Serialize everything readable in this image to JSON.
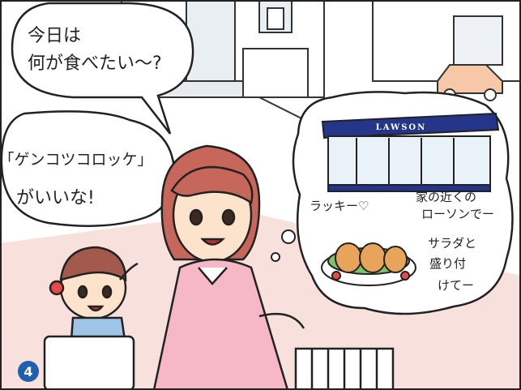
{
  "speech": {
    "mother_line1": "今日は",
    "mother_line2": "何が食べたい〜?",
    "child_line1": "｢ゲンコツコロッケ｣",
    "child_line2": "がいいな!"
  },
  "thought": {
    "store_sign": "LAWSON",
    "lucky": "ラッキー♡",
    "near_home_line1": "家の近くの",
    "near_home_line2": "ローソンでー",
    "salad_line1": "サラダと",
    "salad_line2": "盛り付",
    "salad_line3": "けてー"
  },
  "panel_number": "4",
  "colors": {
    "badge": "#1f5fae",
    "store_blue": "#24358a",
    "skin": "#fde3cc",
    "hair": "#c7665a",
    "cardigan": "#f6b8c6",
    "pavement": "#f8e1dc"
  }
}
